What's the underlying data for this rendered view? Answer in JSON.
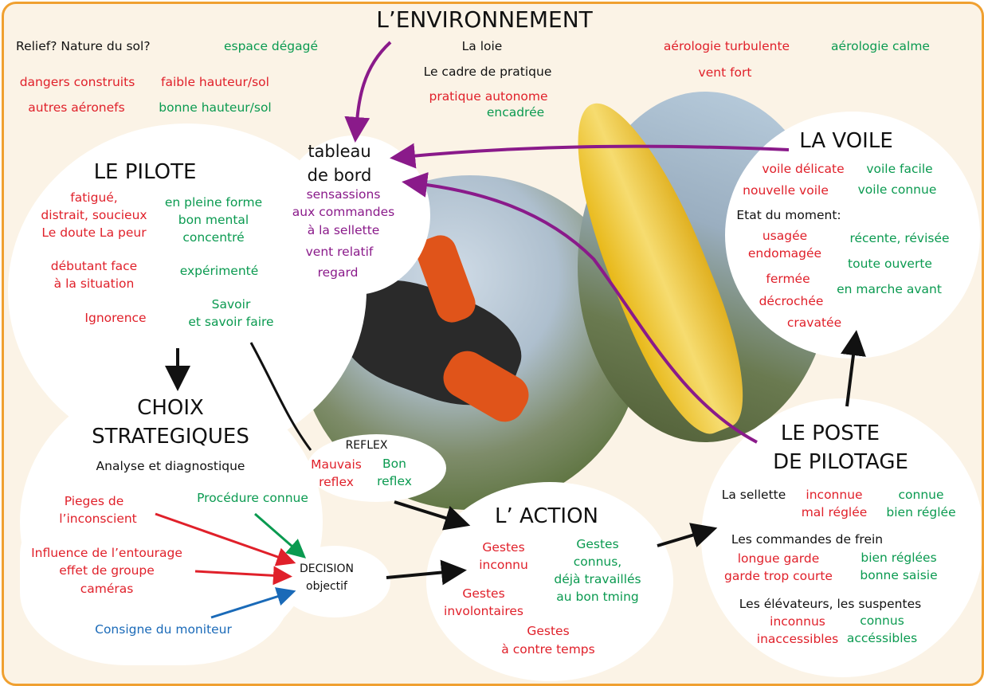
{
  "colors": {
    "risk": "#e0202a",
    "safe": "#0a9a50",
    "input": "#8a1a8a",
    "neutral": "#111111",
    "instructor": "#1a6ab8",
    "border": "#f0a030"
  },
  "environnement": {
    "title": "L’ENVIRONNEMENT",
    "items": [
      "Relief?  Nature du sol?",
      "espace dégagé",
      "La loie",
      "Le cadre de pratique",
      "pratique autonome",
      "encadrée",
      "aérologie turbulente",
      "aérologie calme",
      "vent fort",
      "dangers construits",
      "faible hauteur/sol",
      "autres aéronefs",
      "bonne hauteur/sol"
    ]
  },
  "tableau": {
    "title1": "tableau",
    "title2": "de bord",
    "items": [
      "sensassions",
      "aux commandes",
      "à la sellette",
      "vent relatif",
      "regard"
    ]
  },
  "pilote": {
    "title": "LE PILOTE",
    "items": [
      "fatigué,",
      "distrait, soucieux",
      "Le doute  La peur",
      "en pleine forme",
      "bon mental",
      "concentré",
      "débutant face",
      "à la situation",
      "expérimenté",
      "Ignorence",
      "Savoir",
      "et savoir faire"
    ]
  },
  "choix": {
    "title1": "CHOIX",
    "title2": "STRATEGIQUES",
    "subtitle": "Analyse et diagnostique",
    "items": [
      "Pieges de",
      "l’inconscient",
      "Procédure connue",
      "Influence de l’entourage",
      "effet de groupe",
      "caméras",
      "Consigne du moniteur"
    ],
    "decision1": "DECISION",
    "decision2": "objectif"
  },
  "reflex": {
    "title": "REFLEX",
    "items": [
      "Mauvais",
      "reflex",
      "Bon",
      "reflex"
    ]
  },
  "action": {
    "title": "L’ ACTION",
    "items": [
      "Gestes",
      "inconnu",
      "Gestes",
      "connus,",
      "déjà travaillés",
      "au bon tming",
      "Gestes",
      "involontaires",
      "Gestes",
      "à contre temps"
    ]
  },
  "voile": {
    "title": "LA VOILE",
    "items": [
      "voile délicate",
      "voile facile",
      "nouvelle voile",
      "voile connue",
      "Etat du moment:",
      "usagée",
      "endomagée",
      "récente, révisée",
      "toute ouverte",
      "fermée",
      "en marche avant",
      "décrochée",
      "cravatée"
    ]
  },
  "poste": {
    "title1": "LE POSTE",
    "title2": "DE PILOTAGE",
    "items": [
      "La sellette",
      "inconnue",
      "mal réglée",
      "connue",
      "bien réglée",
      "Les commandes de frein",
      "longue garde",
      "garde trop courte",
      "bien réglées",
      "bonne saisie",
      "Les élévateurs, les suspentes",
      "inconnus",
      "inaccessibles",
      "connus",
      "accéssibles"
    ]
  }
}
